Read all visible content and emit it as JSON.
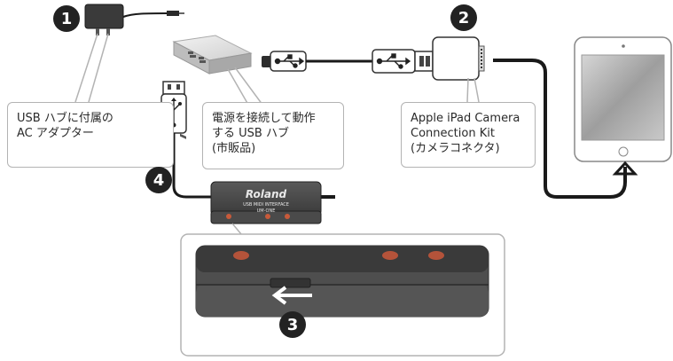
{
  "callouts": {
    "adapter": {
      "line1": "USB ハブに付属の",
      "line2": "AC アダプター"
    },
    "hub": {
      "line1": "電源を接続して動作",
      "line2": "する USB ハブ",
      "line3": "(市販品)"
    },
    "camera_kit": {
      "line1": "Apple iPad Camera",
      "line2": "Connection Kit",
      "line3": "(カメラコネクタ)"
    }
  },
  "steps": {
    "s1": "1",
    "s2": "2",
    "s3": "3",
    "s4": "4"
  },
  "device": {
    "brand": "Roland",
    "model_line": "USB MIDI INTERFACE",
    "model_name": "UM-ONE"
  },
  "icons": [
    "usb-icon",
    "arrow-left-icon",
    "ipad-icon",
    "ac-adapter-icon",
    "usb-hub-icon",
    "camera-connection-kit-icon",
    "midi-interface-icon"
  ]
}
